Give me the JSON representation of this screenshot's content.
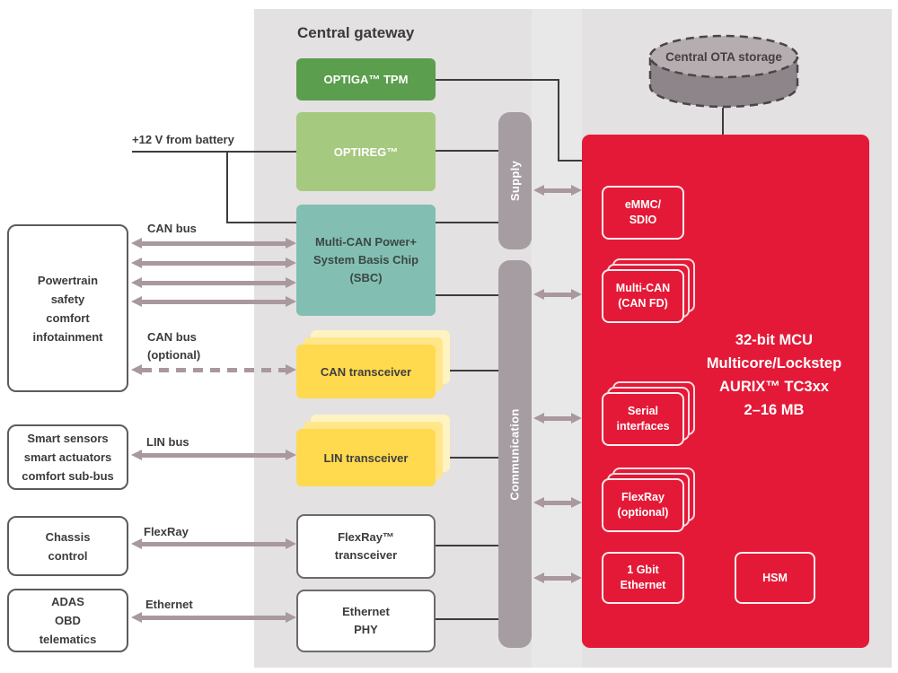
{
  "title": "Central gateway",
  "ota_label": "Central OTA storage",
  "bars": {
    "supply": "Supply",
    "communication": "Communication"
  },
  "bus_labels": {
    "battery": "+12 V from battery",
    "can": "CAN bus",
    "can_opt_1": "CAN bus",
    "can_opt_2": "(optional)",
    "lin": "LIN bus",
    "flexray": "FlexRay",
    "ethernet": "Ethernet"
  },
  "left_nodes": {
    "powertrain": [
      "Powertrain",
      "safety",
      "comfort",
      "infotainment"
    ],
    "sensors": [
      "Smart sensors",
      "smart actuators",
      "comfort sub-bus"
    ],
    "chassis": [
      "Chassis",
      "control"
    ],
    "adas": [
      "ADAS",
      "OBD",
      "telematics"
    ]
  },
  "gateway": {
    "optiga": "OPTIGA™ TPM",
    "optireg": "OPTIREG™",
    "sbc": [
      "Multi-CAN Power+",
      "System Basis Chip",
      "(SBC)"
    ],
    "can_transceiver": "CAN transceiver",
    "lin_transceiver": "LIN transceiver",
    "flexray_transceiver": [
      "FlexRay™",
      "transceiver"
    ],
    "ethernet_phy": [
      "Ethernet",
      "PHY"
    ]
  },
  "mcu": {
    "title": [
      "32-bit MCU",
      "Multicore/Lockstep",
      "AURIX™ TC3xx",
      "2–16 MB"
    ],
    "emmc": [
      "eMMC/",
      "SDIO"
    ],
    "multican": [
      "Multi-CAN",
      "(CAN FD)"
    ],
    "serial": [
      "Serial",
      "interfaces"
    ],
    "flexray": [
      "FlexRay",
      "(optional)"
    ],
    "gbit": [
      "1 Gbit",
      "Ethernet"
    ],
    "hsm": "HSM"
  },
  "colors": {
    "panel": "#e3e1e1",
    "red": "#e41937",
    "green_dark": "#5b9e4d",
    "green_light": "#a5c97f",
    "teal": "#82bfb2",
    "yellow": "#ffd94e",
    "yellow_mid": "#ffe68a",
    "yellow_light": "#fff3c2",
    "bar": "#a59da1",
    "arrow": "#a9989e",
    "line": "#3f3b3c",
    "cylinder_top": "#b5adb0",
    "cylinder_body": "#8d8589"
  }
}
